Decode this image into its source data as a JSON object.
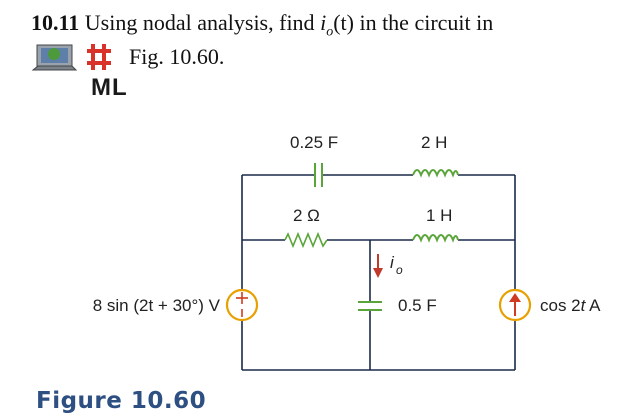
{
  "problem": {
    "number": "10.11",
    "text_before": "Using nodal analysis, find",
    "text_var_i": "i",
    "text_var_sub": "o",
    "text_var_arg": "(t)",
    "text_after": "in the circuit in",
    "line2": "Fig. 10.60."
  },
  "badges": {
    "ml": "ML",
    "network_icon": "network-icon",
    "pspice_icon": "pspice-icon"
  },
  "circuit": {
    "capacitor_top": "0.25 F",
    "inductor_top": "2 H",
    "resistor": "2 Ω",
    "inductor_mid": "1 H",
    "current_label_i": "i",
    "current_label_sub": "o",
    "capacitor_bottom": "0.5 F",
    "voltage_source": "8 sin (2t + 30°) V",
    "current_source_prefix": "cos 2",
    "current_source_var": "t",
    "current_source_suffix": " A"
  },
  "figure_label": "Figure 10.60",
  "colors": {
    "component": "#5aa53a",
    "wire": "#1a2a4a",
    "source_border": "#e8a000",
    "current_arrow": "#c0392b",
    "source_arrow": "#d03a20",
    "figure_label": "#2d4f82",
    "badge_red": "#d8322b"
  }
}
